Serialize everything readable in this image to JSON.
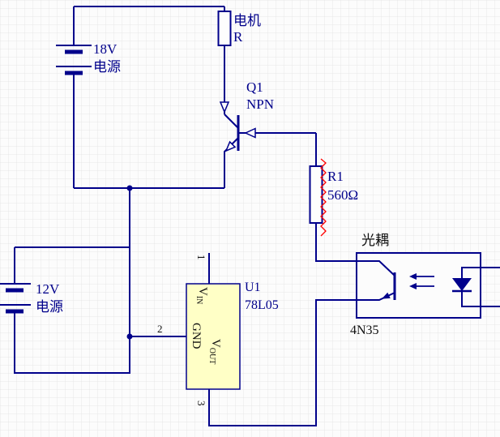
{
  "palette": {
    "background": "#FCFCFC",
    "grid_line": "#E7E7E7",
    "wire": "#00008B",
    "label_blue": "#00008B",
    "label_black": "#101010",
    "ic_body_fill": "#FFFFC6",
    "error_marker": "#FF0000"
  },
  "labels": {
    "supply18": {
      "value": "18V",
      "name": "电源"
    },
    "motor": {
      "name": "电机",
      "ref": "R"
    },
    "q1": {
      "ref": "Q1",
      "type": "NPN"
    },
    "r1": {
      "ref": "R1",
      "value": "560Ω"
    },
    "opto": {
      "label": "光耦",
      "part": "4N35"
    },
    "supply12": {
      "value": "12V",
      "name": "电源"
    },
    "u1": {
      "ref": "U1",
      "part": "78L05"
    },
    "u1_pins": {
      "num1": "1",
      "num2": "2",
      "num3": "3",
      "vin_main": "V",
      "vin_sub": "IN",
      "gnd": "GND",
      "vout_main": "V",
      "vout_sub": "OUT"
    }
  }
}
